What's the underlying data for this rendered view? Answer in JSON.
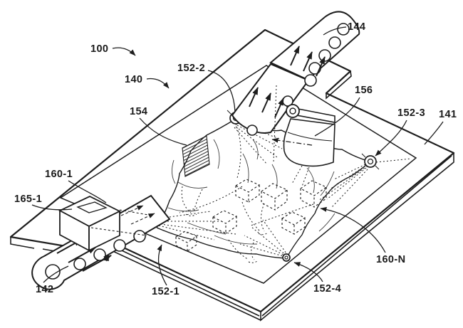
{
  "figure": {
    "background_color": "#ffffff",
    "line_color": "#1d1d1d"
  },
  "labels": {
    "ref_100": "100",
    "ref_140": "140",
    "ref_154": "154",
    "ref_152_2": "152-2",
    "ref_144": "144",
    "ref_156": "156",
    "ref_152_3": "152-3",
    "ref_141": "141",
    "ref_160_1": "160-1",
    "ref_165_1": "165-1",
    "ref_142": "142",
    "ref_152_1": "152-1",
    "ref_160_N": "160-N",
    "ref_152_4": "152-4"
  }
}
